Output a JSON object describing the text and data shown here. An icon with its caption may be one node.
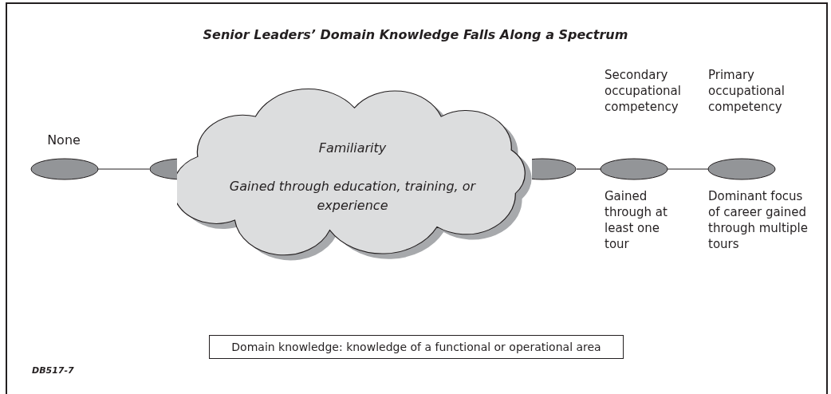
{
  "diagram": {
    "title": "Senior Leaders’ Domain Knowledge Falls Along a Spectrum",
    "nodes": [
      {
        "text": [],
        "shape": "ellipse",
        "beside": [
          "None"
        ]
      },
      {
        "text": [],
        "shape": "ellipse"
      },
      {
        "text": [
          "Familiarity",
          "Gained through education, training, or experience"
        ]
      },
      {
        "text": [],
        "shape": "ellipse"
      },
      {
        "text": [],
        "shape": "ellipse",
        "beside": [
          "Secondary occupational competency",
          "Gained through at least one tour"
        ]
      },
      {
        "text": [],
        "shape": "ellipse",
        "beside": [
          "Primary occupational competency",
          "Dominant focus of career gained through multiple tours"
        ]
      },
      {
        "text": [
          "Domain knowledge: knowledge of a functional or operational area"
        ]
      }
    ],
    "edges": [
      {
        "from": 0,
        "to": 1,
        "arrow": "none"
      },
      {
        "from": 3,
        "to": 4,
        "arrow": "none"
      },
      {
        "from": 4,
        "to": 5,
        "arrow": "none"
      }
    ],
    "labels": [
      "DB517-7"
    ]
  }
}
